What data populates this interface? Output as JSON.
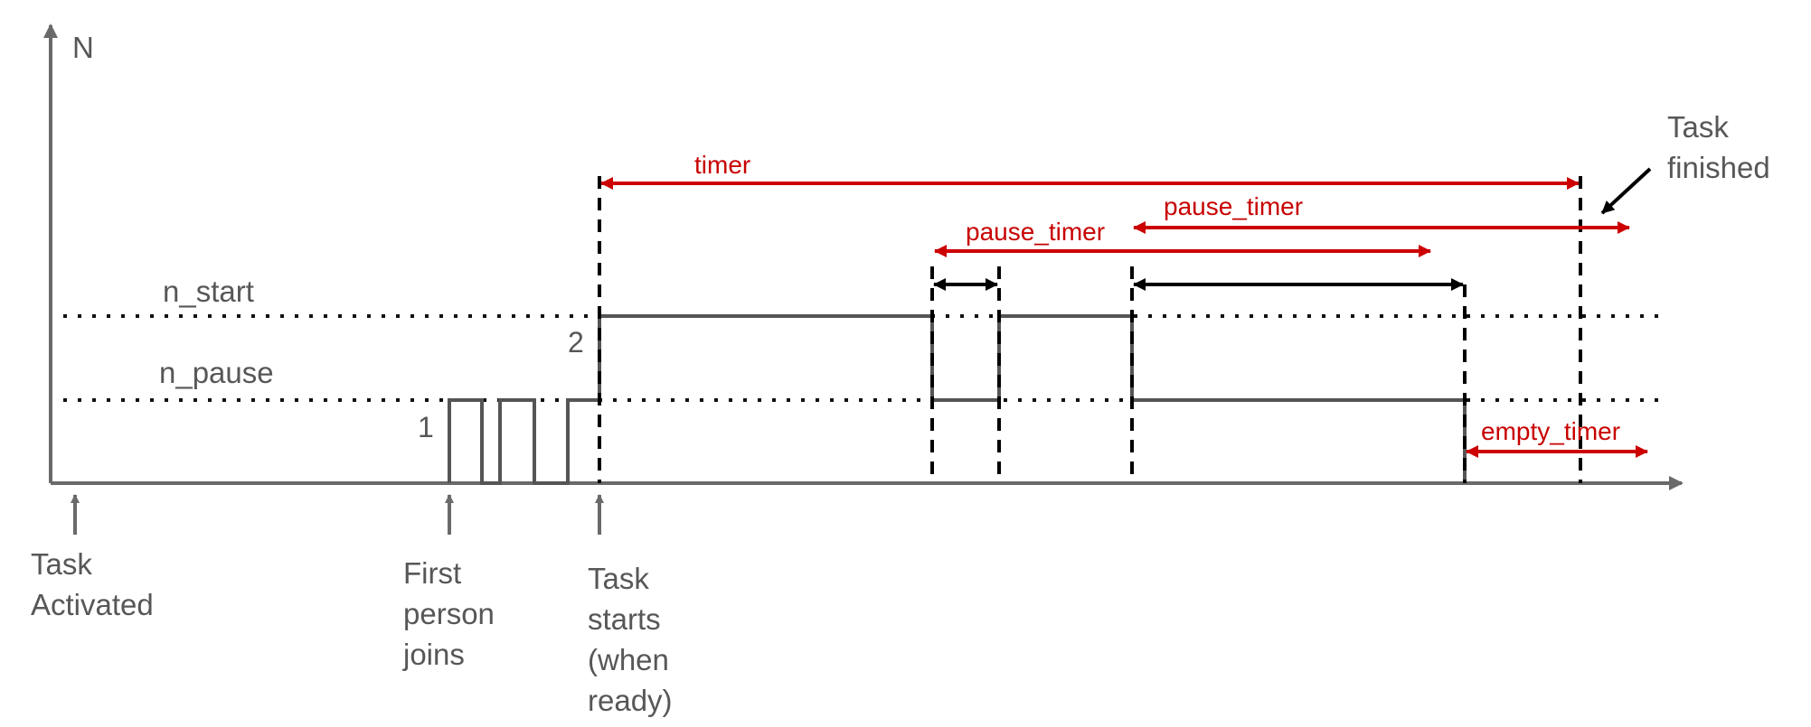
{
  "diagram": {
    "y_axis_label": "N",
    "levels": {
      "n_start": "n_start",
      "n_pause": "n_pause",
      "value_2": "2",
      "value_1": "1"
    },
    "events": {
      "task_activated": [
        "Task",
        "Activated"
      ],
      "first_person_joins": [
        "First",
        "person",
        "joins"
      ],
      "task_starts": [
        "Task",
        "starts",
        "(when",
        "ready)"
      ],
      "task_finished": [
        "Task",
        "finished"
      ]
    },
    "timers": {
      "timer": "timer",
      "pause_timer_1": "pause_timer",
      "pause_timer_2": "pause_timer",
      "empty_timer": "empty_timer"
    },
    "colors": {
      "axis": "#6a6a6a",
      "signal": "#555555",
      "timer": "#cc0000",
      "marker": "#000000"
    }
  }
}
